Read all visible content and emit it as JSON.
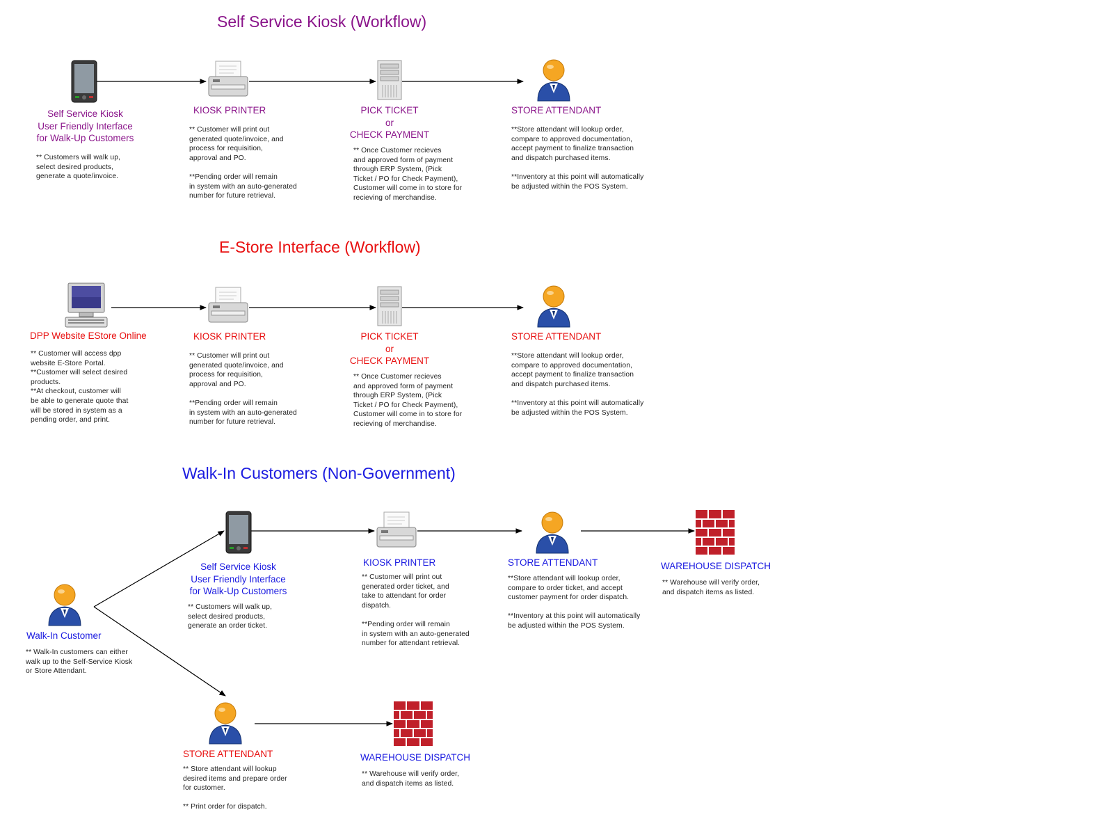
{
  "colors": {
    "purple": "#8a148a",
    "red": "#e81010",
    "blue": "#1a1ae0",
    "brick": "#c0202a",
    "person_head": "#f5a623",
    "person_body": "#2a4fa8"
  },
  "kiosk": {
    "title": "Self Service Kiosk (Workflow)",
    "nodes": [
      {
        "icon": "tablet-icon",
        "label": "Self Service Kiosk\nUser Friendly Interface\nfor Walk-Up Customers",
        "desc": "** Customers will walk up,\nselect desired products,\ngenerate a quote/invoice."
      },
      {
        "icon": "printer-icon",
        "label": "KIOSK PRINTER",
        "desc": "** Customer will print out\ngenerated quote/invoice, and\nprocess for requisition,\napproval and PO.\n\n**Pending order will remain\nin system with an auto-generated\nnumber for future retrieval."
      },
      {
        "icon": "server-icon",
        "label": "PICK TICKET\nor\nCHECK PAYMENT",
        "desc": "** Once Customer recieves\nand approved form of payment\nthrough ERP System, (Pick\nTicket / PO for Check Payment),\nCustomer will come in to store for\nrecieving of merchandise."
      },
      {
        "icon": "person-icon",
        "label": "STORE ATTENDANT",
        "desc": "**Store attendant will lookup order,\ncompare to approved documentation,\naccept payment to finalize transaction\nand dispatch purchased items.\n\n**Inventory at this point will automatically\nbe adjusted within the POS System."
      }
    ]
  },
  "estore": {
    "title": "E-Store Interface (Workflow)",
    "nodes": [
      {
        "icon": "desktop-computer-icon",
        "label": "DPP Website EStore Online",
        "desc": "** Customer will access dpp\nwebsite E-Store Portal.\n**Customer will select desired\nproducts.\n**At checkout, customer will\nbe able to generate quote that\nwill be stored in system as a\npending order, and print."
      },
      {
        "icon": "printer-icon",
        "label": "KIOSK PRINTER",
        "desc": "** Customer will print out\ngenerated quote/invoice, and\nprocess for requisition,\napproval and PO.\n\n**Pending order will remain\nin system with an auto-generated\nnumber for future retrieval."
      },
      {
        "icon": "server-icon",
        "label": "PICK TICKET\nor\nCHECK PAYMENT",
        "desc": "** Once Customer recieves\nand approved form of payment\nthrough ERP System, (Pick\nTicket / PO for Check Payment),\nCustomer will come in to store for\nrecieving of merchandise."
      },
      {
        "icon": "person-icon",
        "label": "STORE ATTENDANT",
        "desc": "**Store attendant will lookup order,\ncompare to approved documentation,\naccept payment to finalize transaction\nand dispatch purchased items.\n\n**Inventory at this point will automatically\nbe adjusted within the POS System."
      }
    ]
  },
  "walkin": {
    "title": "Walk-In Customers (Non-Government)",
    "nodes": [
      {
        "icon": "person-icon",
        "label": "Walk-In Customer",
        "desc": "** Walk-In customers can either\nwalk up to the Self-Service Kiosk\nor Store Attendant."
      },
      {
        "icon": "tablet-icon",
        "label": "Self Service Kiosk\nUser Friendly Interface\nfor Walk-Up Customers",
        "desc": "** Customers will walk up,\nselect desired products,\ngenerate an order ticket."
      },
      {
        "icon": "printer-icon",
        "label": "KIOSK PRINTER",
        "desc": "** Customer will print out\ngenerated order ticket, and\ntake to attendant for order\ndispatch.\n\n**Pending order will remain\nin system with an auto-generated\nnumber for attendant retrieval."
      },
      {
        "icon": "person-icon",
        "label": "STORE ATTENDANT",
        "desc": "**Store attendant will lookup order,\ncompare to order ticket, and accept\ncustomer payment for order dispatch.\n\n**Inventory at this point will automatically\nbe adjusted within the POS System."
      },
      {
        "icon": "brick-wall-icon",
        "label": "WAREHOUSE DISPATCH",
        "desc": "** Warehouse will verify order,\nand dispatch items as listed."
      },
      {
        "icon": "person-icon",
        "label": "STORE ATTENDANT",
        "desc": "** Store attendant will lookup\ndesired items and prepare order\nfor customer.\n\n** Print order for dispatch."
      },
      {
        "icon": "brick-wall-icon",
        "label": "WAREHOUSE DISPATCH",
        "desc": "** Warehouse will verify order,\nand dispatch items as listed."
      }
    ]
  }
}
